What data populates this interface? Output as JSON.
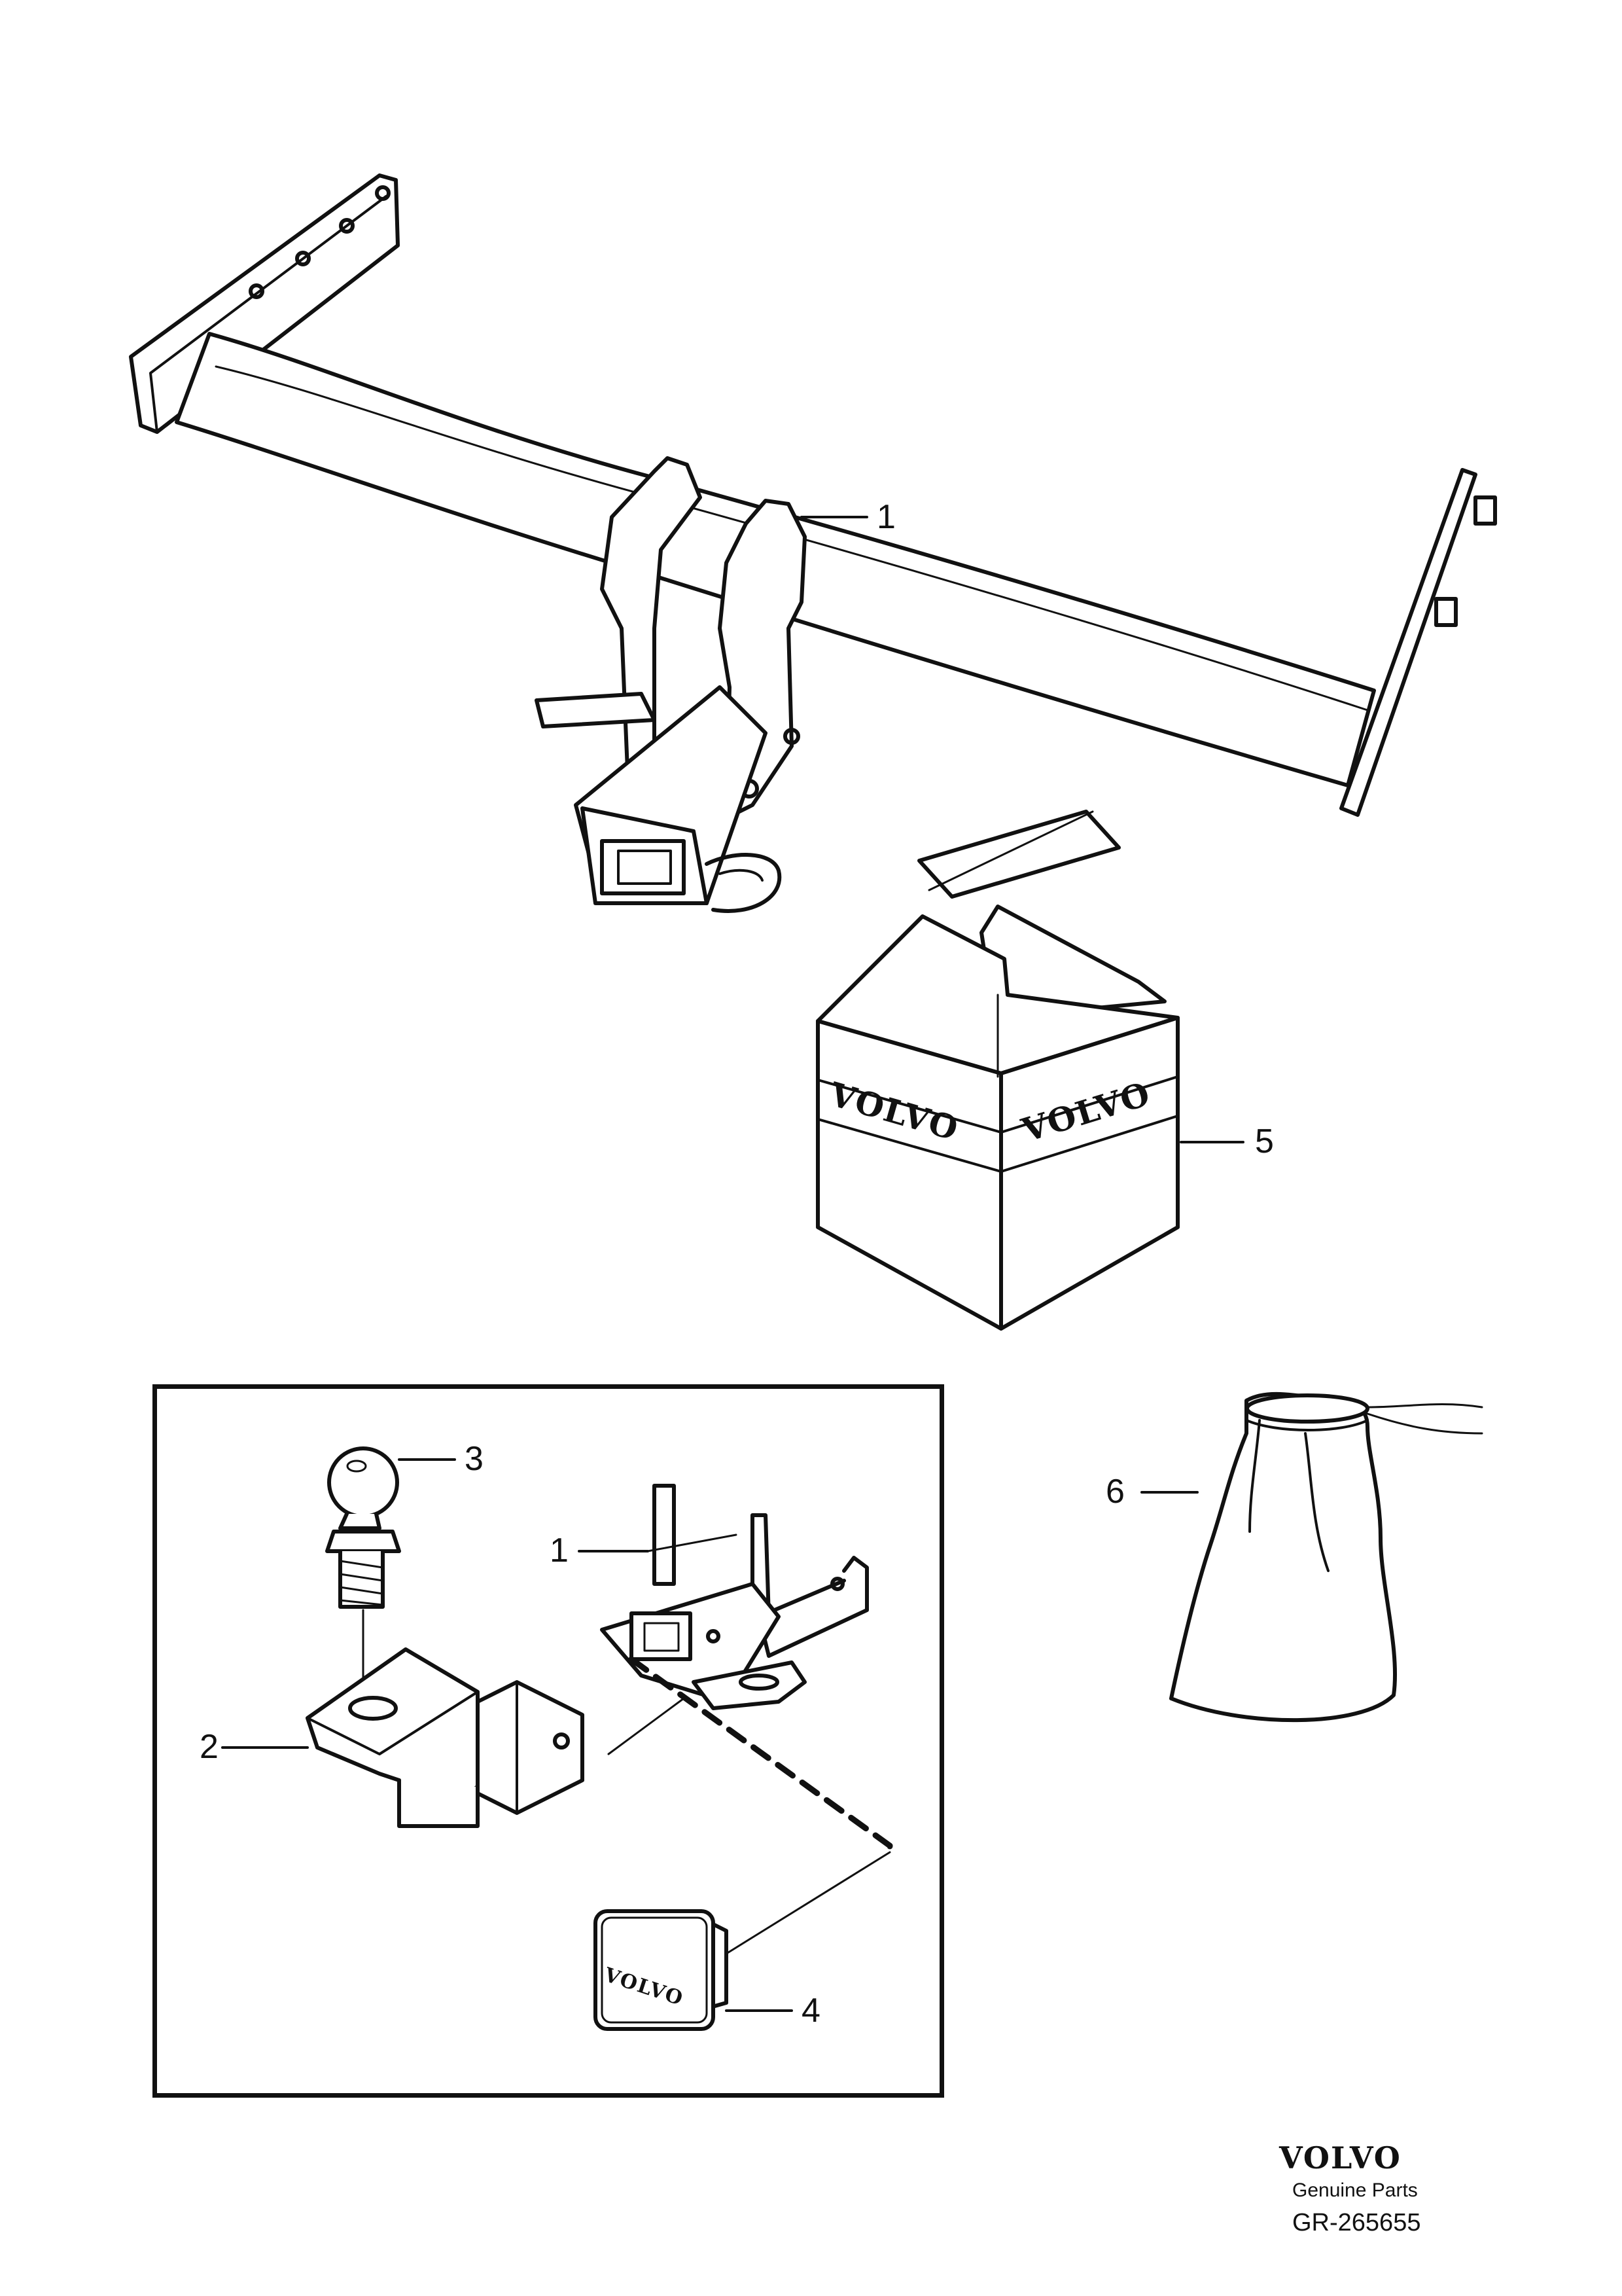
{
  "callouts": {
    "c1_top": "1",
    "c5": "5",
    "c6": "6",
    "c3": "3",
    "c1_inset": "1",
    "c2": "2",
    "c4": "4"
  },
  "box_brand": {
    "left": "VOLVO",
    "right": "VOLVO"
  },
  "cap_brand": "VOLVO",
  "footer": {
    "brand": "VOLVO",
    "tagline": "Genuine Parts",
    "code": "GR-265655"
  },
  "colors": {
    "ink": "#111111",
    "paper": "#ffffff"
  }
}
